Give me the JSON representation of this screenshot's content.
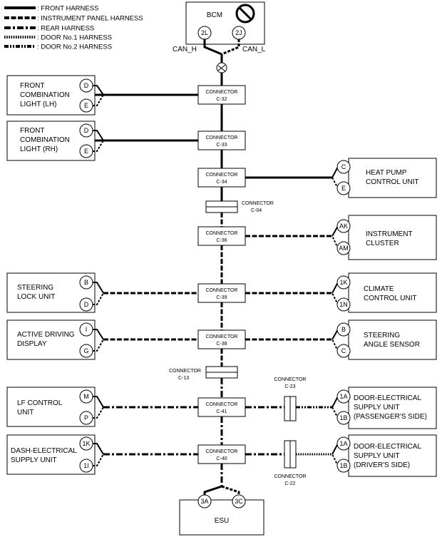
{
  "legend": [
    {
      "style": "front",
      "label": ": FRONT HARNESS"
    },
    {
      "style": "instrument",
      "label": ": INSTRUMENT PANEL HARNESS"
    },
    {
      "style": "rear",
      "label": ": REAR HARNESS"
    },
    {
      "style": "door1",
      "label": ": DOOR No.1 HARNESS"
    },
    {
      "style": "door2",
      "label": ": DOOR No.2 HARNESS"
    }
  ],
  "bcm": {
    "label": "BCM",
    "pin_h": "2L",
    "pin_l": "2J",
    "can_h": "CAN_H",
    "can_l": "CAN_L"
  },
  "esu": {
    "label": "ESU",
    "pin_left": "3A",
    "pin_right": "3C"
  },
  "connector_word": "CONNECTOR",
  "connectors": {
    "c32": "C-32",
    "c33": "C-33",
    "c34": "C-34",
    "c04": "C-04",
    "c36": "C-36",
    "c39": "C-39",
    "c38": "C-38",
    "c13": "C-13",
    "c41": "C-41",
    "c40": "C-40",
    "c23": "C-23",
    "c22": "C-22"
  },
  "left_units": {
    "flh": {
      "l1": "FRONT",
      "l2": "COMBINATION",
      "l3": "LIGHT (LH)",
      "p1": "D",
      "p2": "E"
    },
    "frh": {
      "l1": "FRONT",
      "l2": "COMBINATION",
      "l3": "LIGHT (RH)",
      "p1": "D",
      "p2": "E"
    },
    "slu": {
      "l1": "STEERING",
      "l2": "LOCK UNIT",
      "p1": "B",
      "p2": "D"
    },
    "add": {
      "l1": "ACTIVE DRIVING",
      "l2": "DISPLAY",
      "p1": "I",
      "p2": "G"
    },
    "lfc": {
      "l1": "LF CONTROL",
      "l2": "UNIT",
      "p1": "M",
      "p2": "P"
    },
    "dsu": {
      "l1": "DASH-ELECTRICAL",
      "l2": "SUPPLY UNIT",
      "p1": "1K",
      "p2": "1I"
    }
  },
  "right_units": {
    "hpc": {
      "l1": "HEAT PUMP",
      "l2": "CONTROL UNIT",
      "p1": "C",
      "p2": "E"
    },
    "ic": {
      "l1": "INSTRUMENT",
      "l2": "CLUSTER",
      "p1": "AK",
      "p2": "AM"
    },
    "ccu": {
      "l1": "CLIMATE",
      "l2": "CONTROL UNIT",
      "p1": "1K",
      "p2": "1N"
    },
    "sas": {
      "l1": "STEERING",
      "l2": "ANGLE SENSOR",
      "p1": "B",
      "p2": "C"
    },
    "dp": {
      "l1": "DOOR-ELECTRICAL",
      "l2": "SUPPLY UNIT",
      "l3": "(PASSENGER'S SIDE)",
      "p1": "1A",
      "p2": "1B"
    },
    "dd": {
      "l1": "DOOR-ELECTRICAL",
      "l2": "SUPPLY UNIT",
      "l3": "(DRIVER'S SIDE)",
      "p1": "1A",
      "p2": "1B"
    }
  }
}
